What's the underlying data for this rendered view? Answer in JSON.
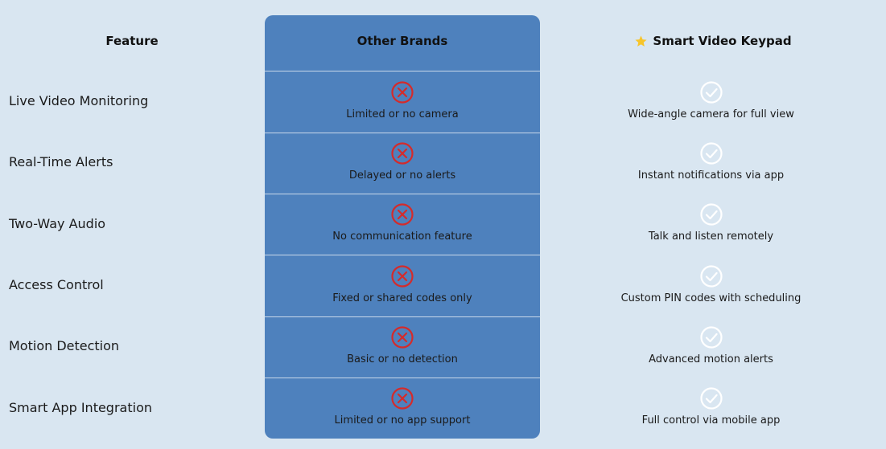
{
  "headers": {
    "feature": "Feature",
    "other_brands": "Other Brands",
    "smart": "Smart Video Keypad"
  },
  "rows": [
    {
      "feature": "Live Video Monitoring",
      "other": "Limited or no camera",
      "smart": "Wide-angle camera for full view"
    },
    {
      "feature": "Real-Time Alerts",
      "other": "Delayed or no alerts",
      "smart": "Instant notifications via app"
    },
    {
      "feature": "Two-Way Audio",
      "other": "No communication feature",
      "smart": "Talk and listen remotely"
    },
    {
      "feature": "Access Control",
      "other": "Fixed or shared codes only",
      "smart": "Custom PIN codes with scheduling"
    },
    {
      "feature": "Motion Detection",
      "other": "Basic or no detection",
      "smart": "Advanced motion alerts"
    },
    {
      "feature": "Smart App Integration",
      "other": "Limited or no app support",
      "smart": "Full control via mobile app"
    }
  ],
  "icons": {
    "header_star": "star-icon",
    "other_mark": "x-circle-icon",
    "smart_mark": "check-circle-icon"
  },
  "colors": {
    "background": "#d9e6f1",
    "brands_panel": "#4e81bd",
    "x_icon": "#d42b2b",
    "check_icon": "#ffffff",
    "star": "#f7c52b"
  }
}
